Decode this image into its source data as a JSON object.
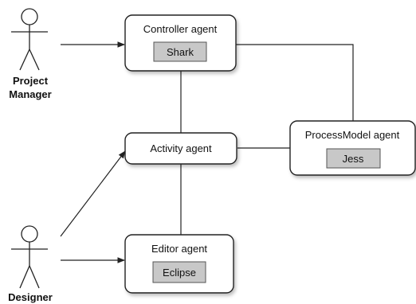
{
  "actors": {
    "project_manager": {
      "line1": "Project",
      "line2": "Manager"
    },
    "designer": {
      "label": "Designer"
    }
  },
  "agents": {
    "controller": {
      "title": "Controller agent",
      "tool": "Shark"
    },
    "activity": {
      "title": "Activity agent"
    },
    "processmodel": {
      "title": "ProcessModel agent",
      "tool": "Jess"
    },
    "editor": {
      "title": "Editor agent",
      "tool": "Eclipse"
    }
  },
  "colors": {
    "box_fill": "#ffffff",
    "box_stroke": "#222222",
    "tool_fill": "#c8c8c8",
    "tool_stroke": "#555555",
    "line": "#222222",
    "shadow": "#bbbbbb"
  }
}
